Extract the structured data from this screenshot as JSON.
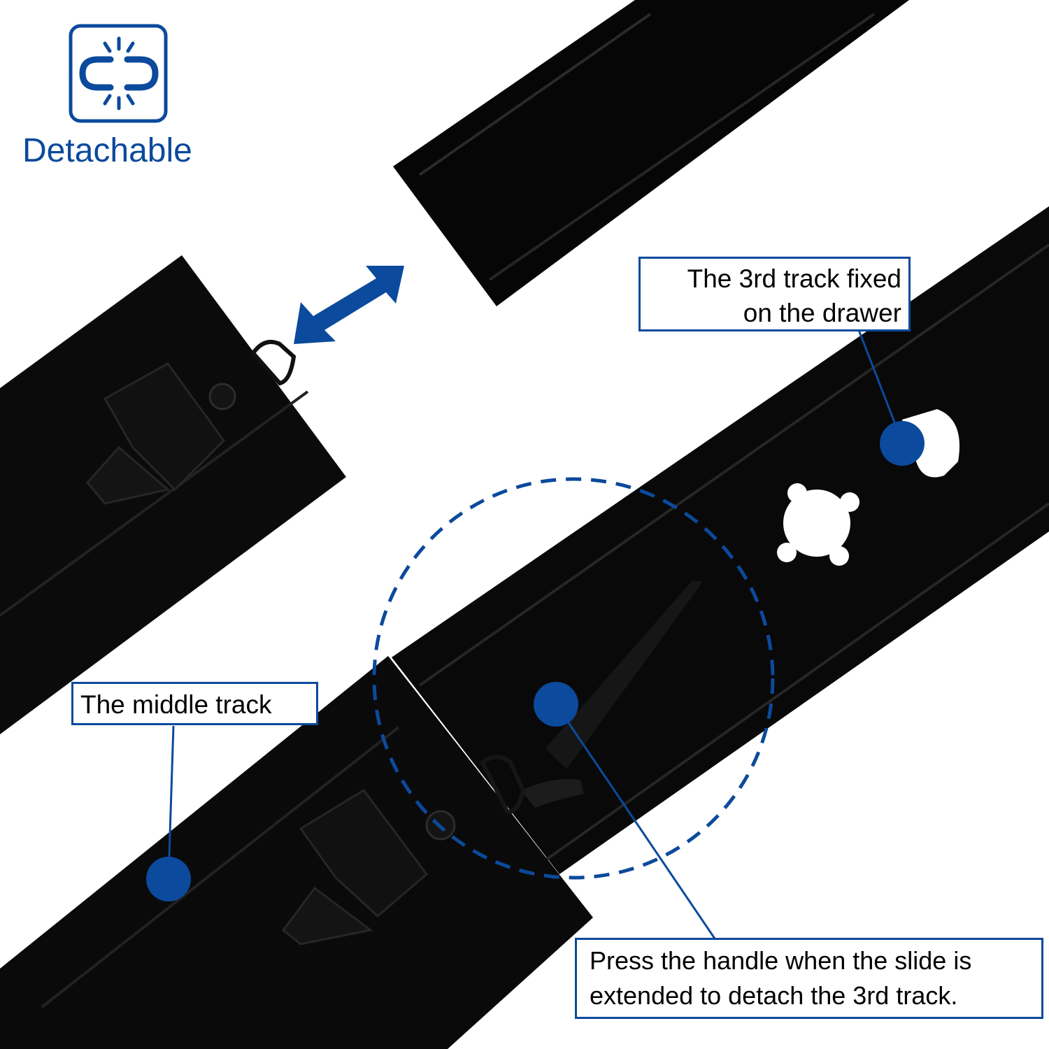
{
  "feature_badge": {
    "title": "Detachable",
    "icon": "link-break-icon"
  },
  "callouts": {
    "third_track": {
      "lines": [
        "The 3rd track fixed",
        "on the drawer"
      ]
    },
    "middle_track": {
      "lines": [
        "The middle track"
      ]
    },
    "instruction": {
      "lines": [
        "Press the handle when the slide is",
        "extended to detach the 3rd track."
      ]
    }
  },
  "icons": {
    "direction": "double-arrow-icon",
    "focus": "dashed-circle-highlight"
  },
  "colors": {
    "accent": "#0b4a9c",
    "track": "#0d0d0d",
    "background": "#ffffff"
  }
}
